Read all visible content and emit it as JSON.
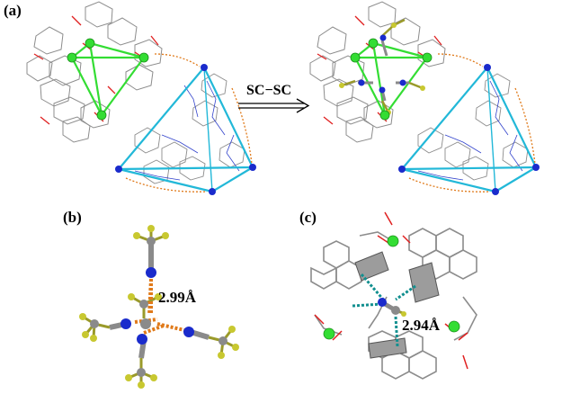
{
  "figure": {
    "labels": {
      "a": "(a)",
      "b": "(b)",
      "c": "(c)"
    },
    "arrow_text": "SC−SC",
    "distance_b": "2.99Å",
    "distance_c": "2.94Å"
  },
  "colors": {
    "frame": "#8c8c8c",
    "green_node": "#33dd33",
    "blue_node": "#1a2bcc",
    "cyan_edge": "#22b8d8",
    "green_edge": "#33dd33",
    "red_bond": "#e02020",
    "orange_dash": "#e07a1a",
    "teal_dash": "#118f8f",
    "olive": "#9a9a2a",
    "grey_atom": "#8a8a8a"
  }
}
